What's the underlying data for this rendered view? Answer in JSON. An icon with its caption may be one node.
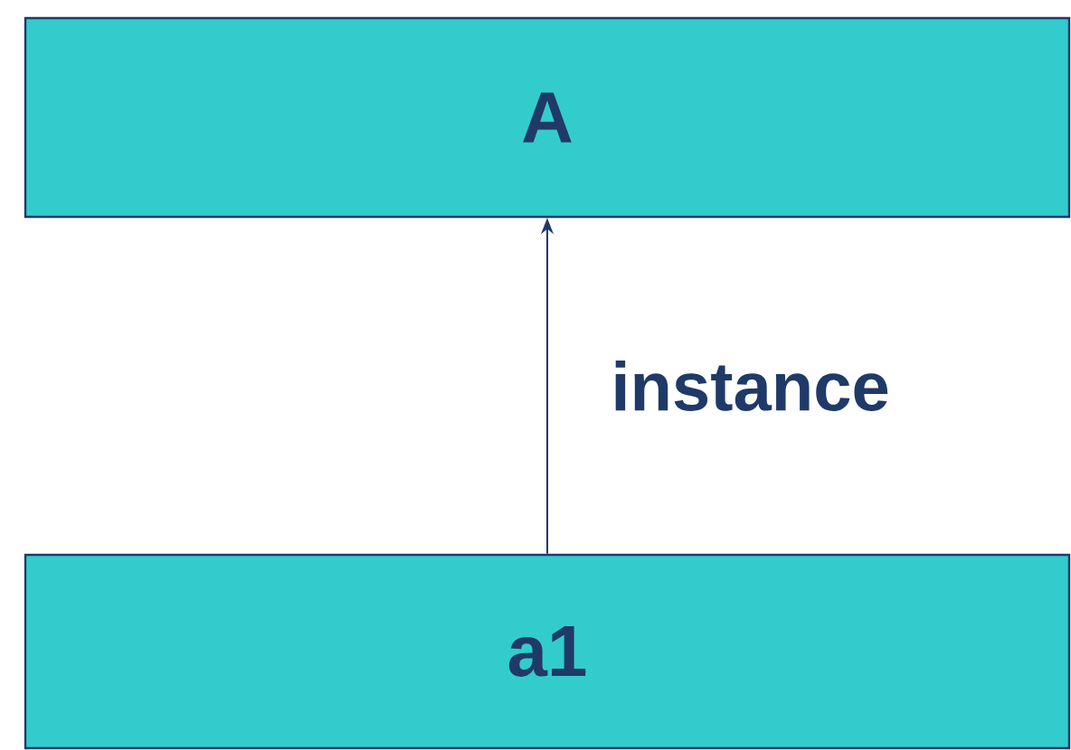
{
  "diagram": {
    "nodes": [
      {
        "text": [
          "A"
        ]
      },
      {
        "text": [
          "a1"
        ]
      }
    ],
    "edges": [
      {
        "from": 1,
        "to": 0,
        "arrow": "to",
        "label": "instance"
      }
    ]
  }
}
